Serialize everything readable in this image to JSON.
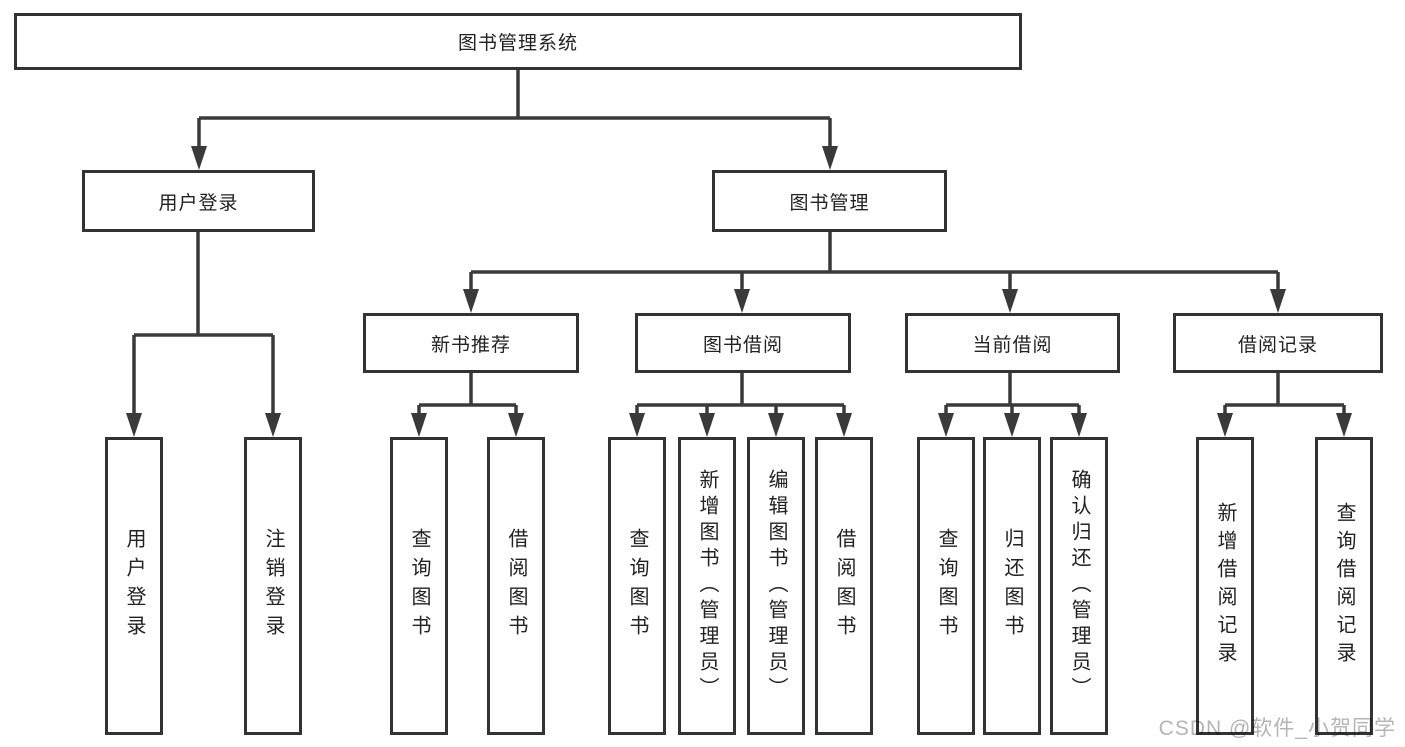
{
  "diagram": {
    "title": "图书管理系统",
    "branches": [
      {
        "label": "用户登录",
        "children": [
          {
            "label": "用户登录"
          },
          {
            "label": "注销登录"
          }
        ]
      },
      {
        "label": "图书管理",
        "children": [
          {
            "label": "新书推荐",
            "children": [
              {
                "label": "查询图书"
              },
              {
                "label": "借阅图书"
              }
            ]
          },
          {
            "label": "图书借阅",
            "children": [
              {
                "label": "查询图书"
              },
              {
                "label": "新增图书（管理员）"
              },
              {
                "label": "编辑图书（管理员）"
              },
              {
                "label": "借阅图书"
              }
            ]
          },
          {
            "label": "当前借阅",
            "children": [
              {
                "label": "查询图书"
              },
              {
                "label": "归还图书"
              },
              {
                "label": "确认归还（管理员）"
              }
            ]
          },
          {
            "label": "借阅记录",
            "children": [
              {
                "label": "新增借阅记录"
              },
              {
                "label": "查询借阅记录"
              }
            ]
          }
        ]
      }
    ]
  },
  "watermark": {
    "text": "CSDN @软件_小贺同学"
  },
  "colors": {
    "line": "#3a3a3a",
    "border": "#333333",
    "text": "#222222",
    "background": "#ffffff",
    "watermark": "#b5b5b5"
  }
}
